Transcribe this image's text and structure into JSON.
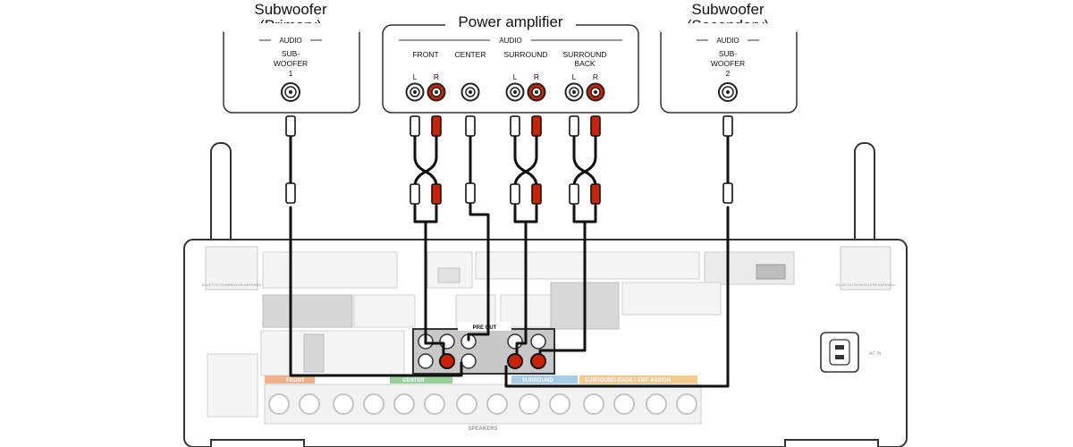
{
  "sub1": {
    "title1": "Subwoofer",
    "title2": "(Primary)",
    "audio": "AUDIO",
    "jack1": "SUB-",
    "jack2": "WOOFER",
    "jack3": "1"
  },
  "sub2": {
    "title1": "Subwoofer",
    "title2": "(Secondary)",
    "audio": "AUDIO",
    "jack1": "SUB-",
    "jack2": "WOOFER",
    "jack3": "2"
  },
  "amp": {
    "title": "Power amplifier",
    "audio": "AUDIO",
    "front": "FRONT",
    "center": "CENTER",
    "surround": "SURROUND",
    "surround_back_1": "SURROUND",
    "surround_back_2": "BACK",
    "left": "L",
    "right": "R"
  },
  "receiver": {
    "preout": "PRE OUT",
    "speakers": "SPEAKERS",
    "antenna_left": "BLUETOOTH/WIRELESS ANTENNA",
    "antenna_right": "BLUETOOTH/WIRELESS ANTENNA",
    "ac_in": "AC IN",
    "strip_front": "FRONT",
    "strip_center": "CENTER",
    "strip_surround": "SURROUND",
    "strip_sback": "SURROUND BACK / AMP ASSIGN"
  },
  "colors": {
    "red": "#cc2200",
    "cable": "#111111",
    "faint": "#c9c9c9",
    "outline": "#333333"
  }
}
